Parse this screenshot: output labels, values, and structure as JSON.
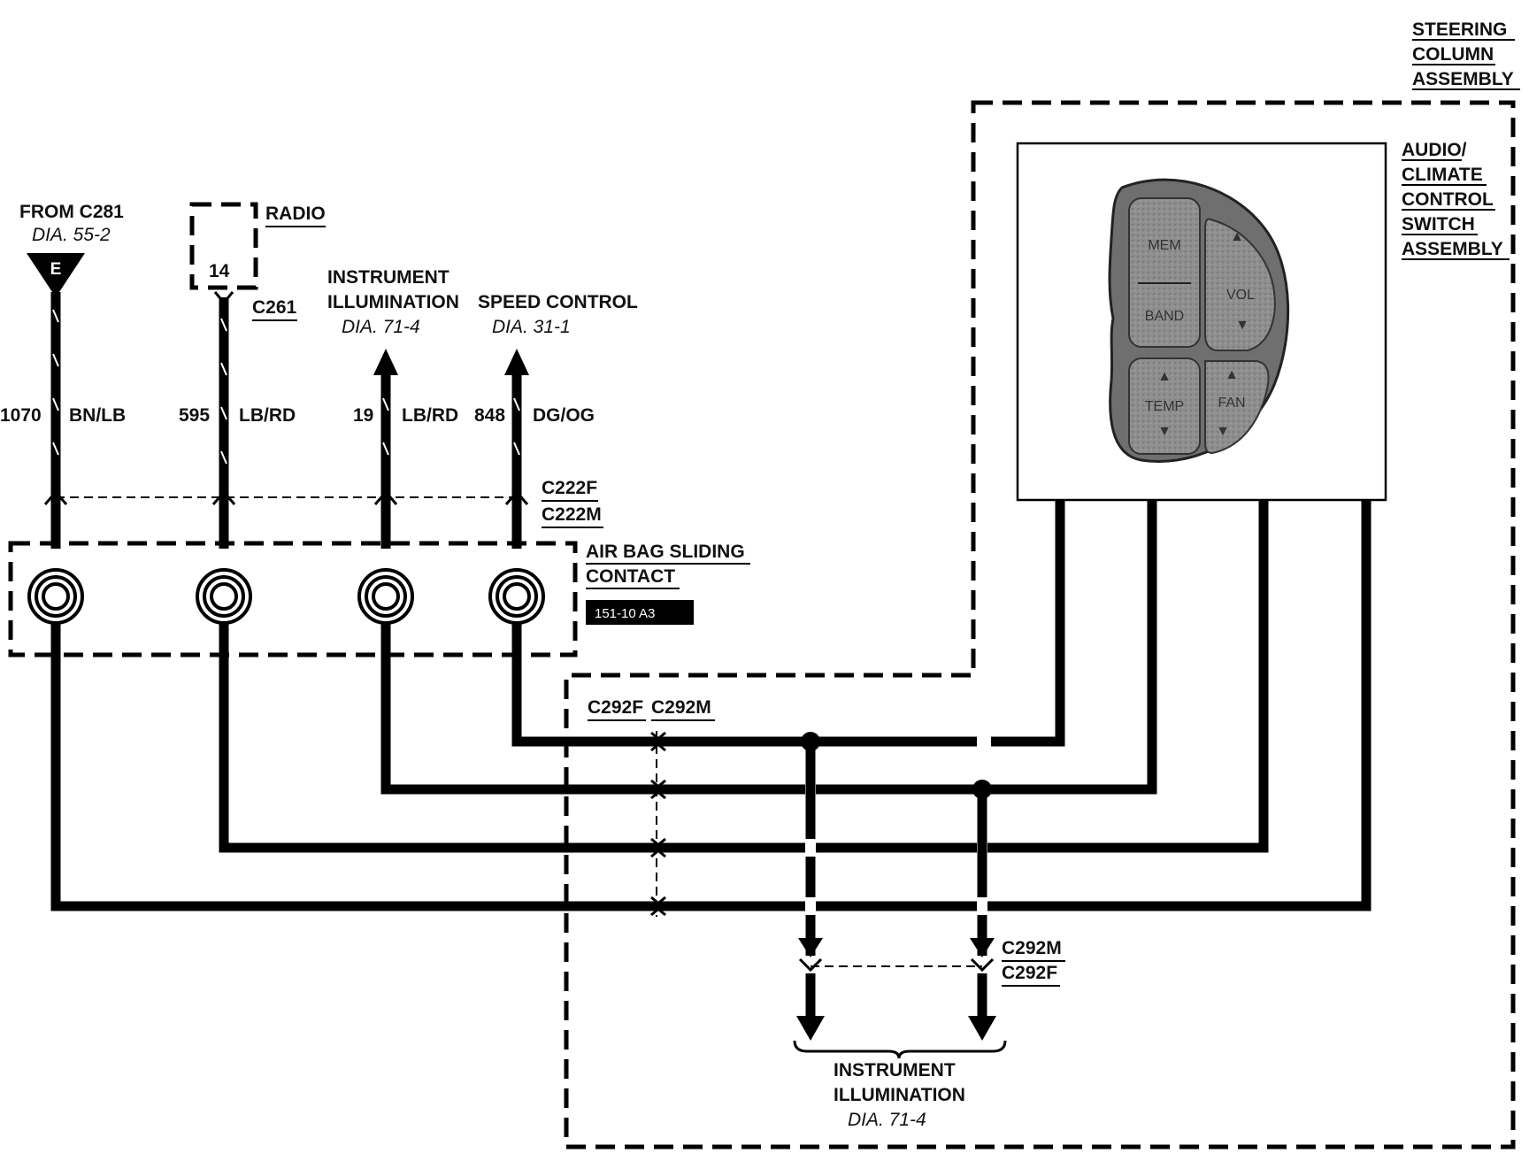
{
  "steering": {
    "line1": "STEERING",
    "line2": "COLUMN",
    "line3": "ASSEMBLY"
  },
  "switch_assembly": {
    "line1": "AUDIO/",
    "line2": "CLIMATE",
    "line3": "CONTROL",
    "line4": "SWITCH",
    "line5": "ASSEMBLY"
  },
  "buttons": {
    "mem": "MEM",
    "band": "BAND",
    "vol": "VOL",
    "temp": "TEMP",
    "fan": "FAN"
  },
  "from_c281": {
    "label": "FROM C281",
    "ref": "DIA. 55-2",
    "ground_letter": "E"
  },
  "radio": {
    "label": "RADIO",
    "pin": "14",
    "connector": "C261"
  },
  "instrument_top": {
    "line1": "INSTRUMENT",
    "line2": "ILLUMINATION",
    "ref": "DIA. 71-4"
  },
  "speed_control": {
    "label": "SPEED CONTROL",
    "ref": "DIA. 31-1"
  },
  "circuits": [
    {
      "number": "1070",
      "color": "BN/LB"
    },
    {
      "number": "595",
      "color": "LB/RD"
    },
    {
      "number": "19",
      "color": "LB/RD"
    },
    {
      "number": "848",
      "color": "DG/OG"
    }
  ],
  "connector_c222": {
    "female": "C222F",
    "male": "C222M"
  },
  "airbag": {
    "line1": "AIR BAG SLIDING",
    "line2": "CONTACT",
    "ref_badge": "151-10 A3"
  },
  "connector_c292_top": {
    "female": "C292F",
    "male": "C292M"
  },
  "connector_c292_right": {
    "male": "C292M",
    "female": "C292F"
  },
  "instrument_bottom": {
    "line1": "INSTRUMENT",
    "line2": "ILLUMINATION",
    "ref": "DIA. 71-4"
  }
}
